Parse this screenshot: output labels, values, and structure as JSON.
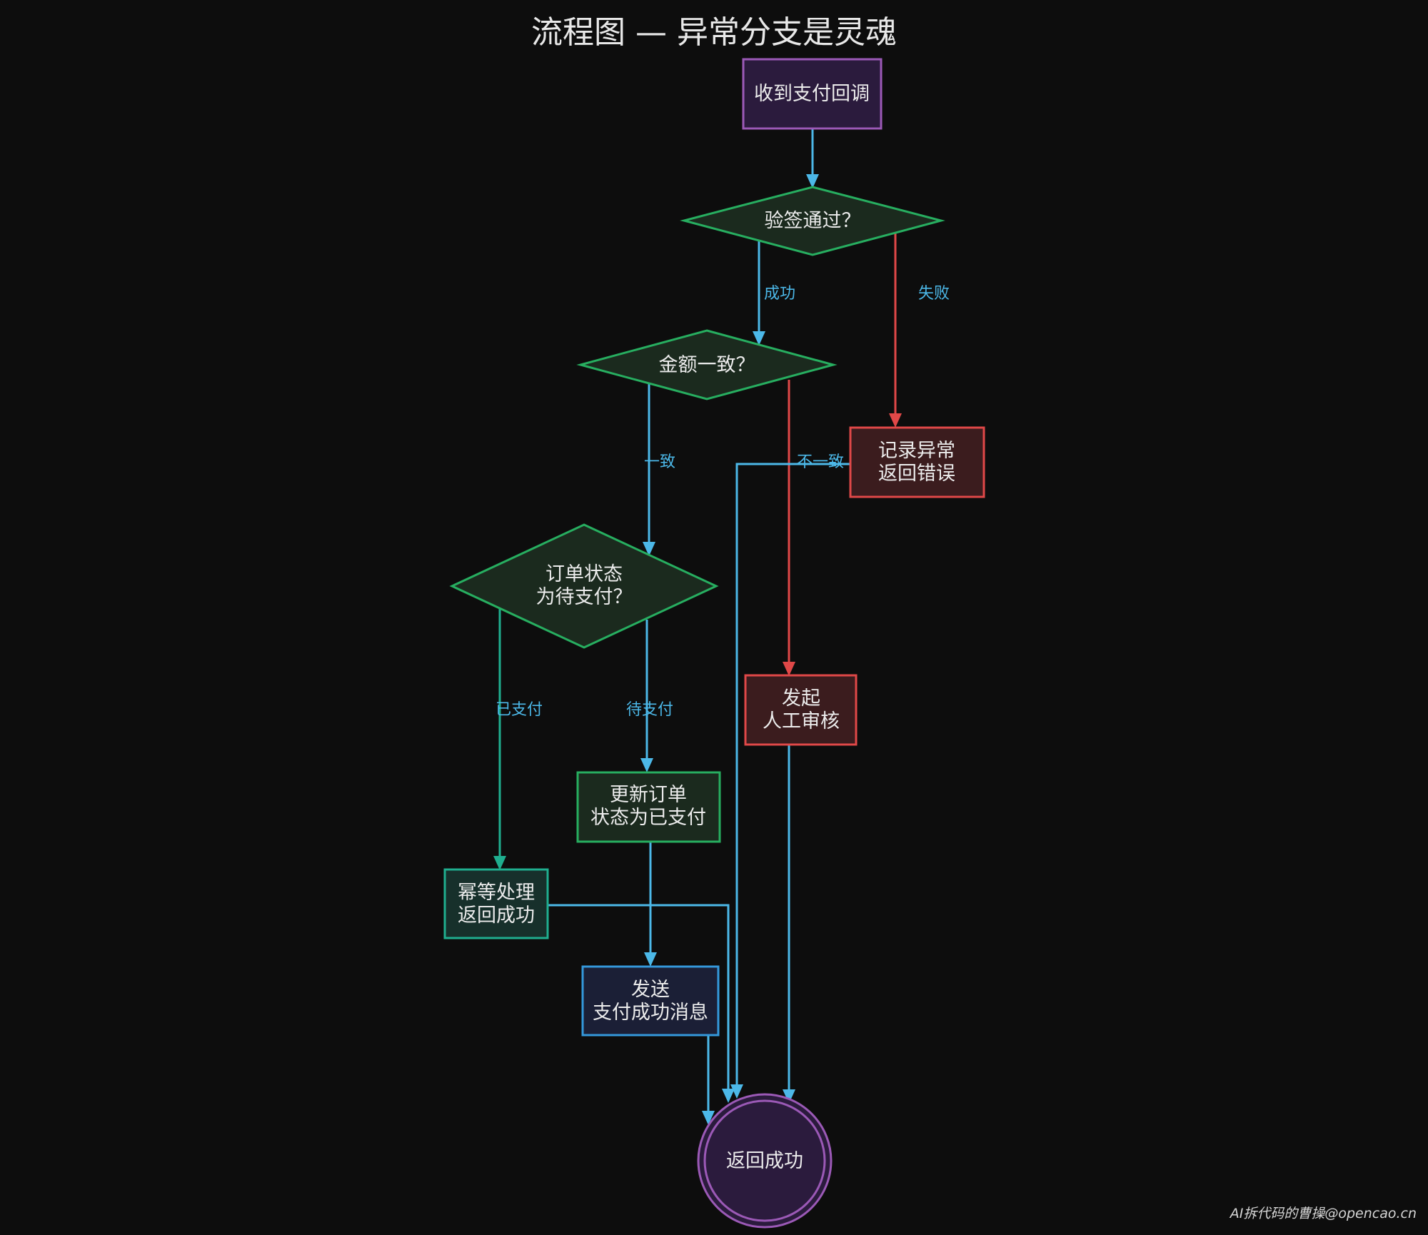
{
  "title": "流程图 — 异常分支是灵魂",
  "watermark": "AI拆代码的曹操@opencao.cn",
  "colors": {
    "background": "#0d0d0d",
    "blue": "#4cb8e8",
    "red": "#e04848",
    "teal": "#1fae8f",
    "purple_stroke": "#9b59b6",
    "purple_fill": "#2b1b3d",
    "green_stroke": "#27ae60",
    "green_fill": "#1b2a1e",
    "red_stroke": "#e04848",
    "red_fill": "#3b1c1e",
    "teal_stroke": "#1fae8f",
    "teal_fill": "#17302b",
    "navy_stroke": "#3498db",
    "navy_fill": "#1b1f36"
  },
  "nodes": {
    "start": {
      "shape": "rect",
      "line1": "收到支付回调",
      "line2": ""
    },
    "verify_sign": {
      "shape": "diamond",
      "line1": "验签通过？",
      "line2": ""
    },
    "amount_match": {
      "shape": "diamond",
      "line1": "金额一致？",
      "line2": ""
    },
    "order_status": {
      "shape": "diamond",
      "line1": "订单状态",
      "line2": "为待支付？"
    },
    "log_error": {
      "shape": "rect",
      "line1": "记录异常",
      "line2": "返回错误"
    },
    "manual_review": {
      "shape": "rect",
      "line1": "发起",
      "line2": "人工审核"
    },
    "update_order": {
      "shape": "rect",
      "line1": "更新订单",
      "line2": "状态为已支付"
    },
    "idempotent": {
      "shape": "rect",
      "line1": "幂等处理",
      "line2": "返回成功"
    },
    "send_message": {
      "shape": "rect",
      "line1": "发送",
      "line2": "支付成功消息"
    },
    "end": {
      "shape": "circle",
      "line1": "返回成功",
      "line2": ""
    }
  },
  "edges": {
    "success": "成功",
    "fail": "失败",
    "match": "一致",
    "mismatch": "不一致",
    "already_paid": "已支付",
    "pending": "待支付"
  }
}
